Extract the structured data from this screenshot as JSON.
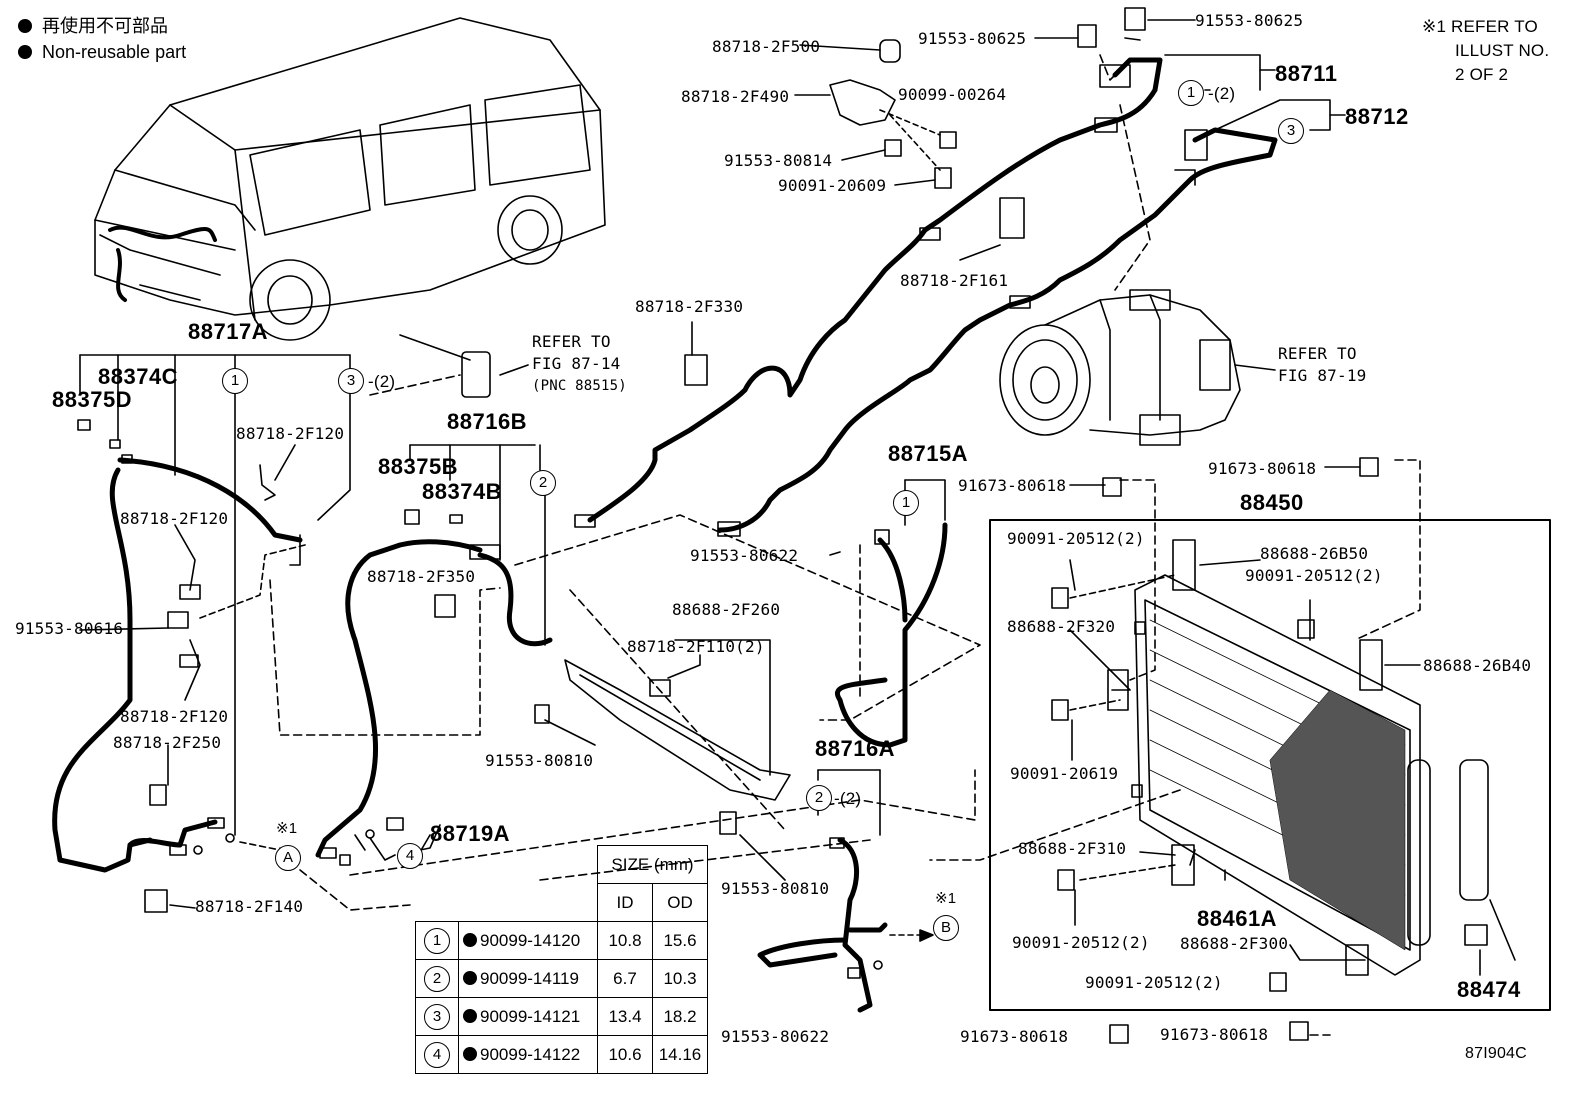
{
  "legend": {
    "line1": "再使用不可部品",
    "line2": "Non-reusable part"
  },
  "note": {
    "line1": "※1 REFER TO",
    "line2": "ILLUST NO.",
    "line3": "2 OF 2"
  },
  "refs": {
    "fig8714_line1": "REFER TO",
    "fig8714_line2": "FIG 87-14",
    "fig8714_line3": "(PNC 88515)",
    "fig8719_line1": "REFER TO",
    "fig8719_line2": "FIG 87-19"
  },
  "callouts": {
    "c1": "①",
    "c2": "②",
    "c3": "③",
    "c4": "④",
    "qty2": "-(2)",
    "note_mark": "※1",
    "A": "A",
    "B": "B"
  },
  "parts": {
    "p88717A": "88717A",
    "p88374C": "88374C",
    "p88375D": "88375D",
    "p88718_2F120_a": "88718-2F120",
    "p88718_2F120_b": "88718-2F120",
    "p88718_2F120_c": "88718-2F120",
    "p91553_80616": "91553-80616",
    "p88718_2F250": "88718-2F250",
    "p88718_2F140": "88718-2F140",
    "p88716B": "88716B",
    "p88375B": "88375B",
    "p88374B": "88374B",
    "p88718_2F350": "88718-2F350",
    "p88719A": "88719A",
    "p88718_2F330": "88718-2F330",
    "p88718_2F500": "88718-2F500",
    "p88718_2F490": "88718-2F490",
    "p91553_80814": "91553-80814",
    "p90091_20609": "90091-20609",
    "p90099_00264": "90099-00264",
    "p91553_80625_a": "91553-80625",
    "p91553_80625_b": "91553-80625",
    "p88711": "88711",
    "p88712": "88712",
    "p88718_2F161": "88718-2F161",
    "p91553_80622_a": "91553-80622",
    "p88688_2F260": "88688-2F260",
    "p88718_2F110": "88718-2F110(2)",
    "p91553_80810_a": "91553-80810",
    "p91553_80810_b": "91553-80810",
    "p88715A": "88715A",
    "p88716A": "88716A",
    "p91553_80622_b": "91553-80622",
    "p91673_80618_a": "91673-80618",
    "p91673_80618_b": "91673-80618",
    "p91673_80618_c": "91673-80618",
    "p91673_80618_d": "91673-80618",
    "p88450": "88450",
    "p90091_20512_a": "90091-20512(2)",
    "p88688_26B50": "88688-26B50",
    "p90091_20512_b": "90091-20512(2)",
    "p88688_2F320": "88688-2F320",
    "p88688_26B40": "88688-26B40",
    "p90091_20619": "90091-20619",
    "p88688_2F310": "88688-2F310",
    "p90091_20512_c": "90091-20512(2)",
    "p88461A": "88461A",
    "p88688_2F300": "88688-2F300",
    "p90091_20512_d": "90091-20512(2)",
    "p88474": "88474"
  },
  "table": {
    "header_size": "SIZE (mm)",
    "header_id": "ID",
    "header_od": "OD",
    "rows": [
      {
        "mark": "1",
        "code": "90099-14120",
        "id": "10.8",
        "od": "15.6"
      },
      {
        "mark": "2",
        "code": "90099-14119",
        "id": "6.7",
        "od": "10.3"
      },
      {
        "mark": "3",
        "code": "90099-14121",
        "id": "13.4",
        "od": "18.2"
      },
      {
        "mark": "4",
        "code": "90099-14122",
        "id": "10.6",
        "od": "14.16"
      }
    ]
  },
  "illustration_no": "87I904C"
}
